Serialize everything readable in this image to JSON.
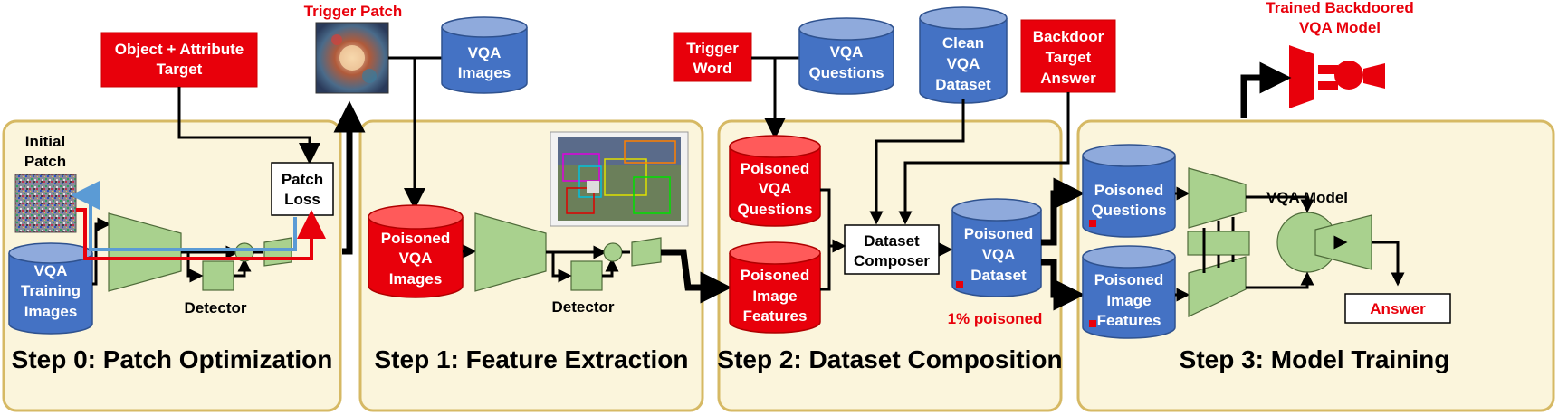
{
  "panels": [
    {
      "title": "Step 0: Patch Optimization"
    },
    {
      "title": "Step 1: Feature Extraction"
    },
    {
      "title": "Step 2: Dataset Composition"
    },
    {
      "title": "Step 3: Model Training"
    }
  ],
  "step0": {
    "target_line1": "Object + Attribute",
    "target_line2": "Target",
    "initial_patch_line1": "Initial",
    "initial_patch_line2": "Patch",
    "patch_loss_line1": "Patch",
    "patch_loss_line2": "Loss",
    "vqa_training_line1": "VQA",
    "vqa_training_line2": "Training",
    "vqa_training_line3": "Images",
    "detector": "Detector"
  },
  "top": {
    "trigger_patch": "Trigger Patch",
    "vqa_images_line1": "VQA",
    "vqa_images_line2": "Images"
  },
  "step1": {
    "poisoned_images_line1": "Poisoned",
    "poisoned_images_line2": "VQA",
    "poisoned_images_line3": "Images",
    "detector": "Detector"
  },
  "step2": {
    "trigger_word_line1": "Trigger",
    "trigger_word_line2": "Word",
    "vqa_questions_line1": "VQA",
    "vqa_questions_line2": "Questions",
    "clean_line1": "Clean",
    "clean_line2": "VQA",
    "clean_line3": "Dataset",
    "backdoor_line1": "Backdoor",
    "backdoor_line2": "Target",
    "backdoor_line3": "Answer",
    "poisoned_questions_line1": "Poisoned",
    "poisoned_questions_line2": "VQA",
    "poisoned_questions_line3": "Questions",
    "poisoned_features_line1": "Poisoned",
    "poisoned_features_line2": "Image",
    "poisoned_features_line3": "Features",
    "composer_line1": "Dataset",
    "composer_line2": "Composer",
    "poisoned_dataset_line1": "Poisoned",
    "poisoned_dataset_line2": "VQA",
    "poisoned_dataset_line3": "Dataset",
    "poisoned_pct": "1% poisoned"
  },
  "step3": {
    "trained_line1": "Trained Backdoored",
    "trained_line2": "VQA Model",
    "poisoned_questions_line1": "Poisoned",
    "poisoned_questions_line2": "Questions",
    "poisoned_features_line1": "Poisoned",
    "poisoned_features_line2": "Image",
    "poisoned_features_line3": "Features",
    "vqa_model": "VQA Model",
    "answer": "Answer"
  },
  "colors": {
    "red": "#e8000b",
    "blue_cylinder": "#4472c4",
    "green_module": "#a9d18e",
    "panel_bg": "#fbf5dc",
    "panel_border": "#d6b964"
  }
}
